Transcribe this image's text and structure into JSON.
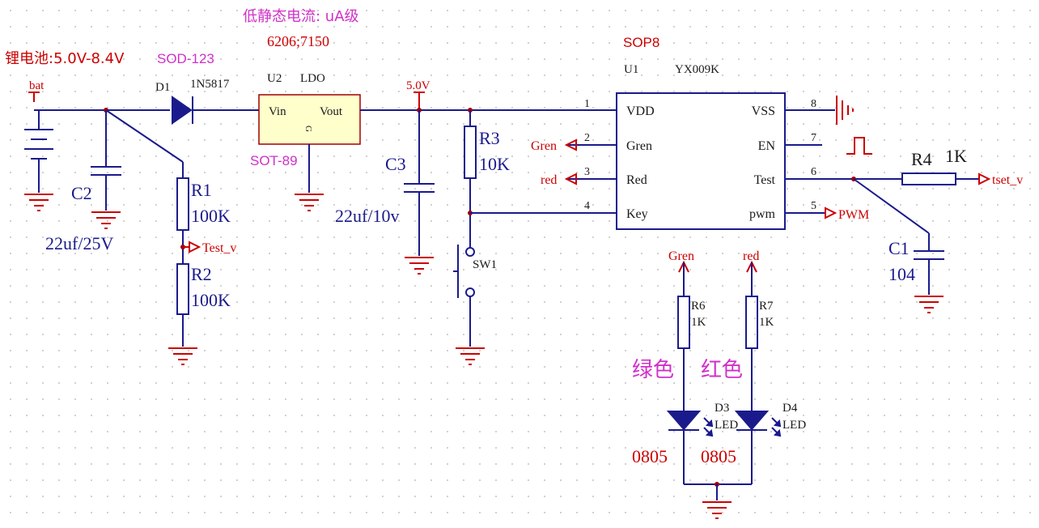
{
  "title_note": "低静态电流: uA级",
  "ldo_options": "6206;7150",
  "battery": {
    "note": "锂电池:5.0V-8.4V",
    "net": "bat"
  },
  "d1": {
    "ref": "D1",
    "value": "1N5817",
    "package": "SOD-123"
  },
  "u2": {
    "ref": "U2",
    "value": "LDO",
    "package": "SOT-89",
    "pin_in": "Vin",
    "pin_out": "Vout",
    "pin_g": "G"
  },
  "u1": {
    "ref": "U1",
    "value": "YX009K",
    "package": "SOP8",
    "left_pins": [
      {
        "num": "1",
        "name": "VDD"
      },
      {
        "num": "2",
        "name": "Gren"
      },
      {
        "num": "3",
        "name": "Red"
      },
      {
        "num": "4",
        "name": "Key"
      }
    ],
    "right_pins": [
      {
        "num": "8",
        "name": "VSS"
      },
      {
        "num": "7",
        "name": "EN"
      },
      {
        "num": "6",
        "name": "Test"
      },
      {
        "num": "5",
        "name": "pwm"
      }
    ]
  },
  "rail_5v": "5.0V",
  "c2": {
    "ref": "C2",
    "value": "22uf/25V"
  },
  "c3": {
    "ref": "C3",
    "value": "22uf/10v"
  },
  "c1": {
    "ref": "C1",
    "value": "104"
  },
  "r1": {
    "ref": "R1",
    "value": "100K"
  },
  "r2": {
    "ref": "R2",
    "value": "100K"
  },
  "r3": {
    "ref": "R3",
    "value": "10K"
  },
  "r4": {
    "ref": "R4",
    "value": "1K"
  },
  "r6": {
    "ref": "R6",
    "value": "1K"
  },
  "r7": {
    "ref": "R7",
    "value": "1K"
  },
  "sw1": {
    "ref": "SW1"
  },
  "net_labels": {
    "test_v": "Test_v",
    "gren_out": "Gren",
    "red_out": "red",
    "pwm": "PWM",
    "tset_v": "tset_v",
    "gren_in": "Gren",
    "red_in": "red"
  },
  "d3": {
    "ref": "D3",
    "value": "LED",
    "color_note": "绿色",
    "package": "0805"
  },
  "d4": {
    "ref": "D4",
    "value": "LED",
    "color_note": "红色",
    "package": "0805"
  },
  "colors": {
    "wire": "#1a1a8c",
    "label_red": "#cc0000",
    "note_magenta": "#d030c8",
    "body_fill": "#ffffcc"
  }
}
